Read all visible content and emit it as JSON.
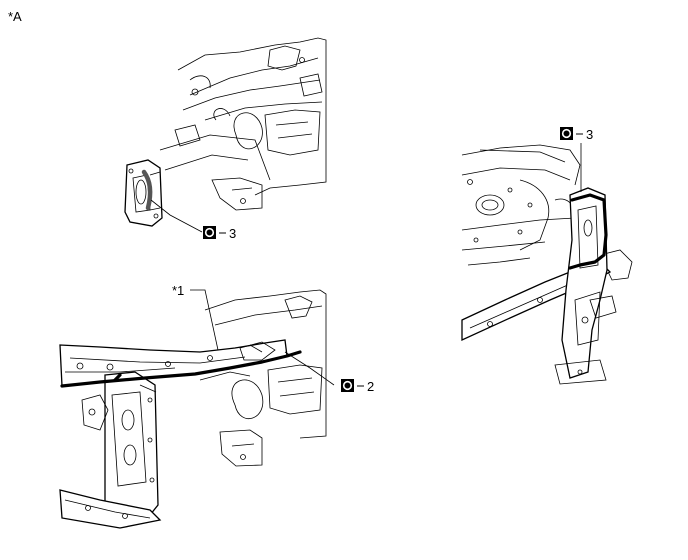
{
  "figure": {
    "corner_label": "*A",
    "callout_star1": "*1",
    "callouts": [
      {
        "icon": "seal-icon",
        "text": "3"
      },
      {
        "icon": "seal-icon",
        "text": "2"
      },
      {
        "icon": "seal-icon",
        "text": "3"
      }
    ]
  },
  "colors": {
    "ink": "#000000",
    "paper": "#ffffff",
    "seal_band": "#555555"
  }
}
